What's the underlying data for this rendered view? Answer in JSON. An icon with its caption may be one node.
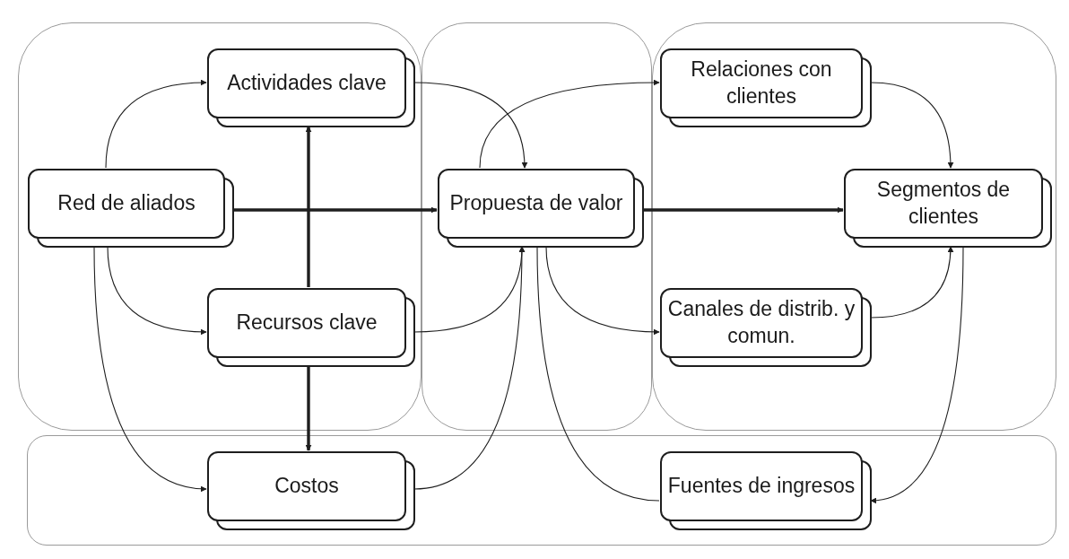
{
  "diagram": {
    "nodes": [
      {
        "text": [],
        "shape": "box"
      },
      {
        "text": [],
        "shape": "box"
      },
      {
        "text": [],
        "shape": "box"
      },
      {
        "text": [],
        "shape": "box"
      },
      {
        "text": [
          "Actividades clave"
        ],
        "in": 0
      },
      {
        "text": [
          "Red de aliados"
        ],
        "in": 0
      },
      {
        "text": [
          "Propuesta de valor"
        ],
        "in": 1
      },
      {
        "text": [
          "Relaciones con clientes"
        ],
        "in": 2
      },
      {
        "text": [
          "Segmentos de clientes"
        ],
        "in": 2
      },
      {
        "text": [
          "Recursos clave"
        ],
        "in": 0
      },
      {
        "text": [
          "Canales de distrib. y comun."
        ],
        "in": 2
      },
      {
        "text": [
          "Costos"
        ],
        "in": 3
      },
      {
        "text": [
          "Fuentes de ingresos"
        ],
        "in": 3
      }
    ],
    "edges": [
      {
        "from": 5,
        "to": 4,
        "arrow": "to"
      },
      {
        "from": 5,
        "to": 6,
        "arrow": "to",
        "style": "thick"
      },
      {
        "from": 5,
        "to": 9,
        "arrow": "to"
      },
      {
        "from": 5,
        "to": 11,
        "arrow": "to"
      },
      {
        "from": 9,
        "to": 4,
        "arrow": "to",
        "style": "thick"
      },
      {
        "from": 9,
        "to": 11,
        "arrow": "to",
        "style": "thick"
      },
      {
        "from": 4,
        "to": 6,
        "arrow": "to"
      },
      {
        "from": 9,
        "to": 6,
        "arrow": "to"
      },
      {
        "from": 11,
        "to": 6,
        "arrow": "to"
      },
      {
        "from": 6,
        "to": 7,
        "arrow": "to"
      },
      {
        "from": 6,
        "to": 8,
        "arrow": "to",
        "style": "thick"
      },
      {
        "from": 6,
        "to": 10,
        "arrow": "to"
      },
      {
        "from": 6,
        "to": 12,
        "arrow": "none"
      },
      {
        "from": 7,
        "to": 8,
        "arrow": "to"
      },
      {
        "from": 10,
        "to": 8,
        "arrow": "to"
      },
      {
        "from": 8,
        "to": 12,
        "arrow": "to"
      }
    ]
  }
}
